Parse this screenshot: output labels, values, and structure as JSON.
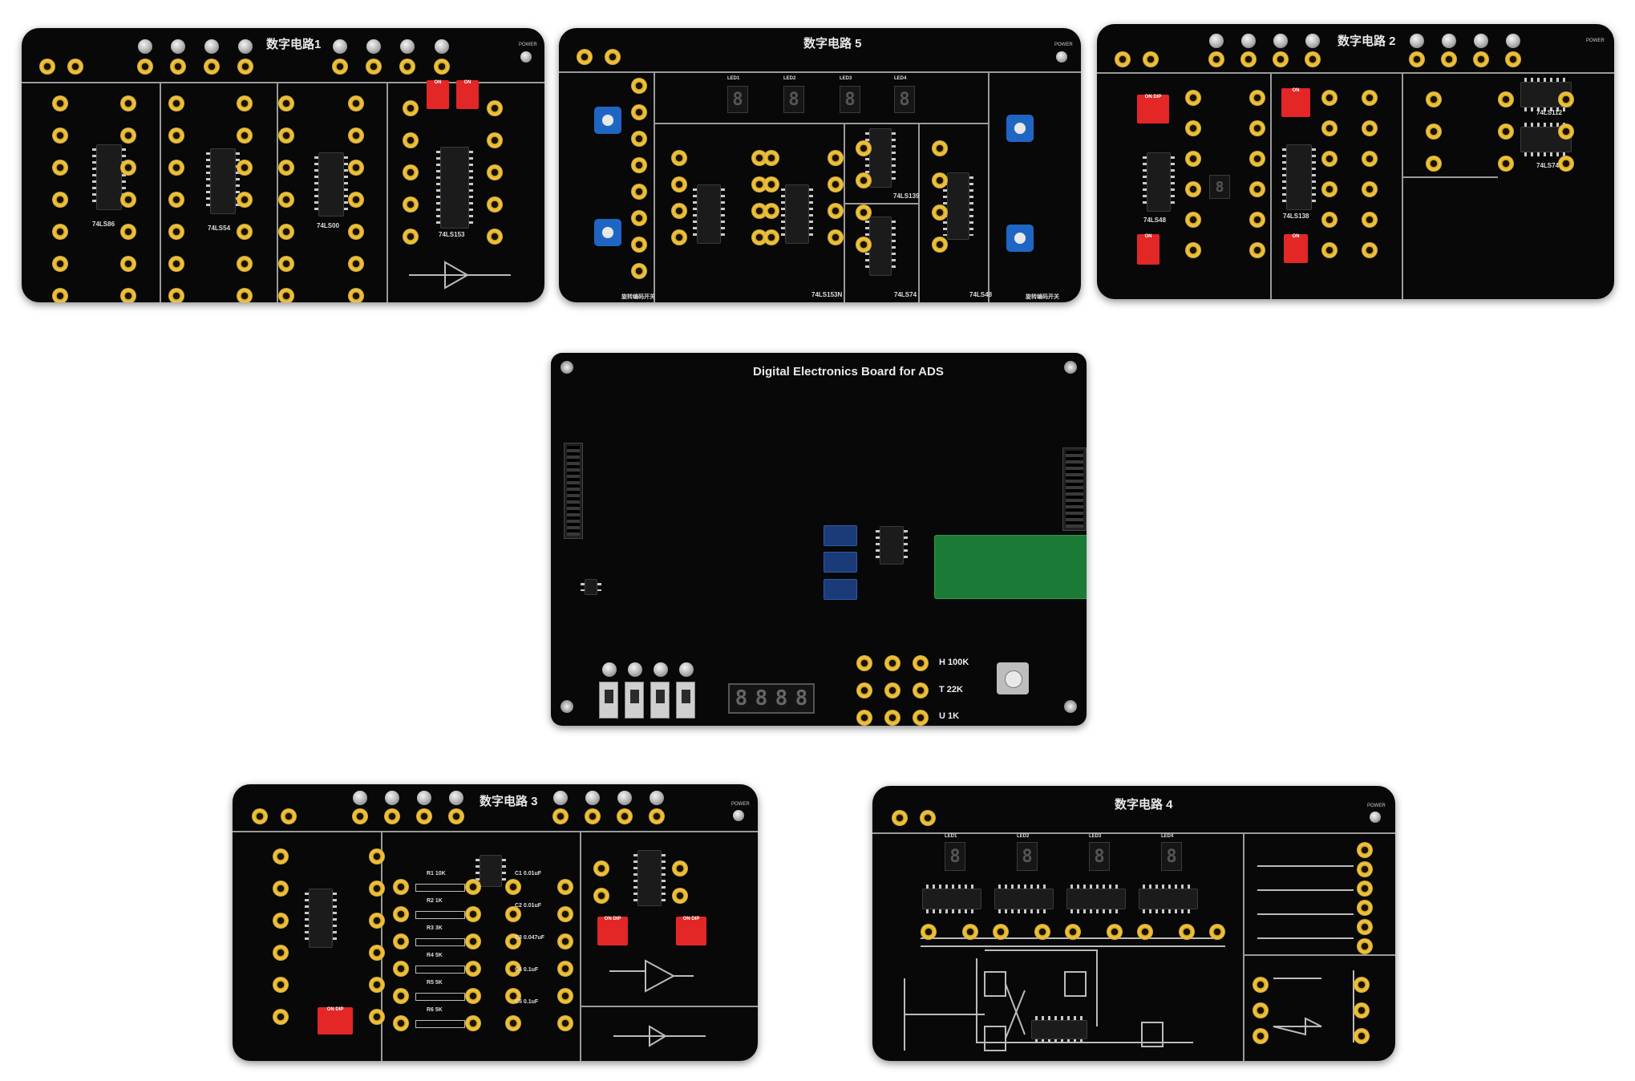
{
  "boards": {
    "b1": {
      "title": "数字电路1",
      "chips": [
        "74LS86",
        "74LS54",
        "74LS00",
        "74LS153"
      ]
    },
    "b5": {
      "title": "数字电路 5",
      "chips": [
        "74LS153N",
        "74LS74",
        "74LS48",
        "74LS139"
      ],
      "leds": [
        "LED1",
        "LED2",
        "LED3",
        "LED4"
      ],
      "caption_left": "旋转编码开关",
      "caption_right": "旋转编码开关"
    },
    "b2": {
      "title": "数字电路 2",
      "chips": [
        "74LS48",
        "74LS138",
        "74LS112",
        "74LS74"
      ]
    },
    "main": {
      "title": "Digital Electronics Board for ADS",
      "resistors": [
        "H 100K",
        "T 22K",
        "U 1K"
      ],
      "display": [
        "8",
        "8",
        "8",
        "8"
      ]
    },
    "b3": {
      "title": "数字电路 3",
      "resistor_labels": [
        "R1 10K",
        "R2 1K",
        "R3 3K",
        "R4 5K",
        "R5 5K",
        "R6 5K"
      ],
      "cap_labels": [
        "C1 0.01uF",
        "C2 0.01uF",
        "C3 0.047uF",
        "C4 0.1uF",
        "C5 0.1uF"
      ]
    },
    "b4": {
      "title": "数字电路 4",
      "leds": [
        "LED1",
        "LED2",
        "LED3",
        "LED4"
      ]
    }
  },
  "power_label": "POWER"
}
